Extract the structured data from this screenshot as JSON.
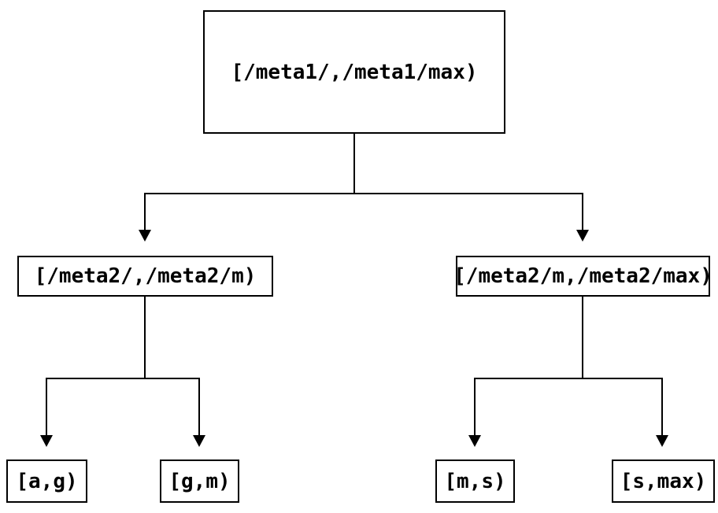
{
  "diagram": {
    "background": "#ffffff",
    "line_color": "#000000",
    "text_color": "#000000",
    "nodes": {
      "root": {
        "label": "[/meta1/,/meta1/max)"
      },
      "level1_left": {
        "label": "[/meta2/,/meta2/m)"
      },
      "level1_right": {
        "label": "[/meta2/m,/meta2/max)"
      },
      "leaf_a_g": {
        "label": "[a,g)"
      },
      "leaf_g_m": {
        "label": "[g,m)"
      },
      "leaf_m_s": {
        "label": "[m,s)"
      },
      "leaf_s_max": {
        "label": "[s,max)"
      }
    },
    "edges": [
      {
        "from": "root",
        "to": "level1_left"
      },
      {
        "from": "root",
        "to": "level1_right"
      },
      {
        "from": "level1_left",
        "to": "leaf_a_g"
      },
      {
        "from": "level1_left",
        "to": "leaf_g_m"
      },
      {
        "from": "level1_right",
        "to": "leaf_m_s"
      },
      {
        "from": "level1_right",
        "to": "leaf_s_max"
      }
    ]
  }
}
